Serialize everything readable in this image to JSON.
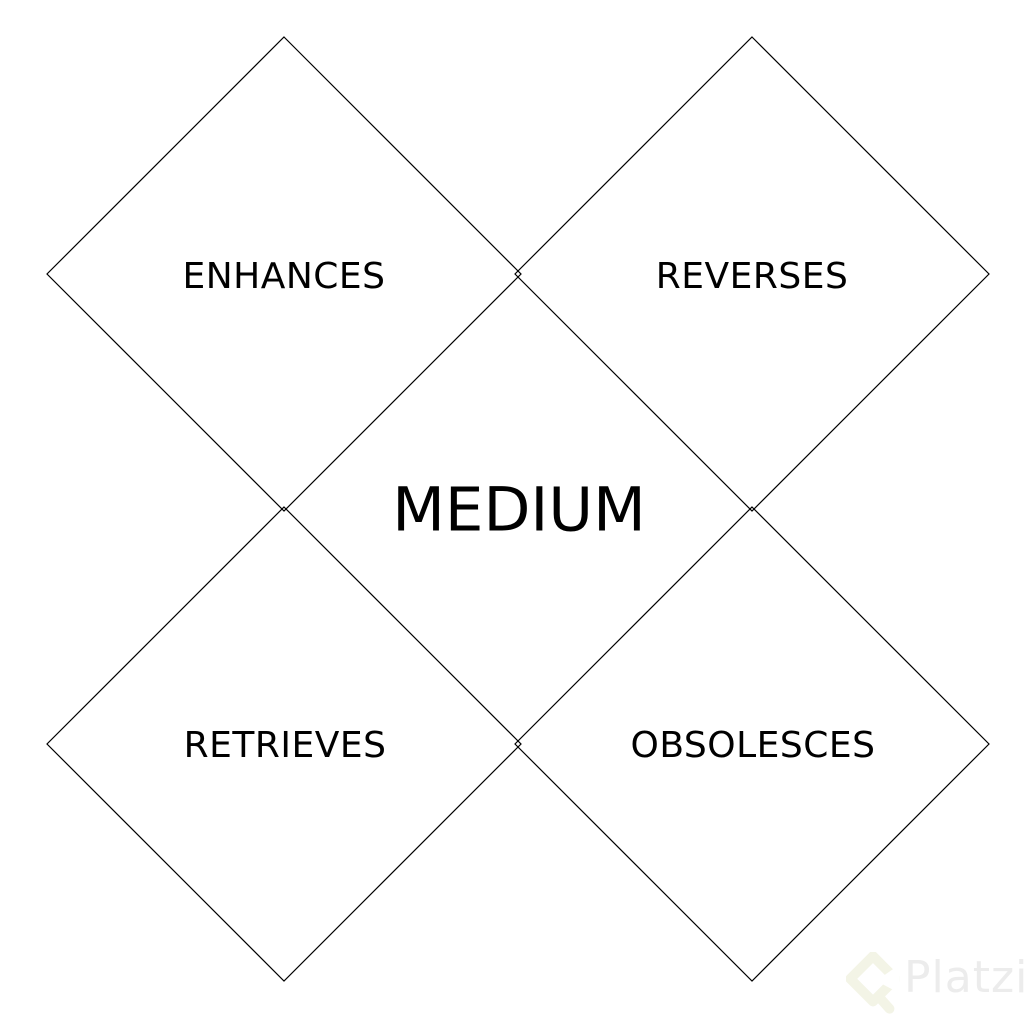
{
  "page": {
    "background_color": "#ffffff"
  },
  "diagram": {
    "type": "tetrad",
    "center_label": "MEDIUM",
    "quadrants": [
      {
        "position": "top-left",
        "label": "ENHANCES"
      },
      {
        "position": "top-right",
        "label": "REVERSES"
      },
      {
        "position": "bottom-left",
        "label": "RETRIEVES"
      },
      {
        "position": "bottom-right",
        "label": "OBSOLESCES"
      }
    ],
    "line_color": "#000000",
    "text_color": "#000000"
  },
  "watermark": {
    "brand": "Platzi",
    "logo_icon": "platzi-diamond-logo",
    "logo_color": "#f3f4e6",
    "text_color": "#ececec"
  }
}
